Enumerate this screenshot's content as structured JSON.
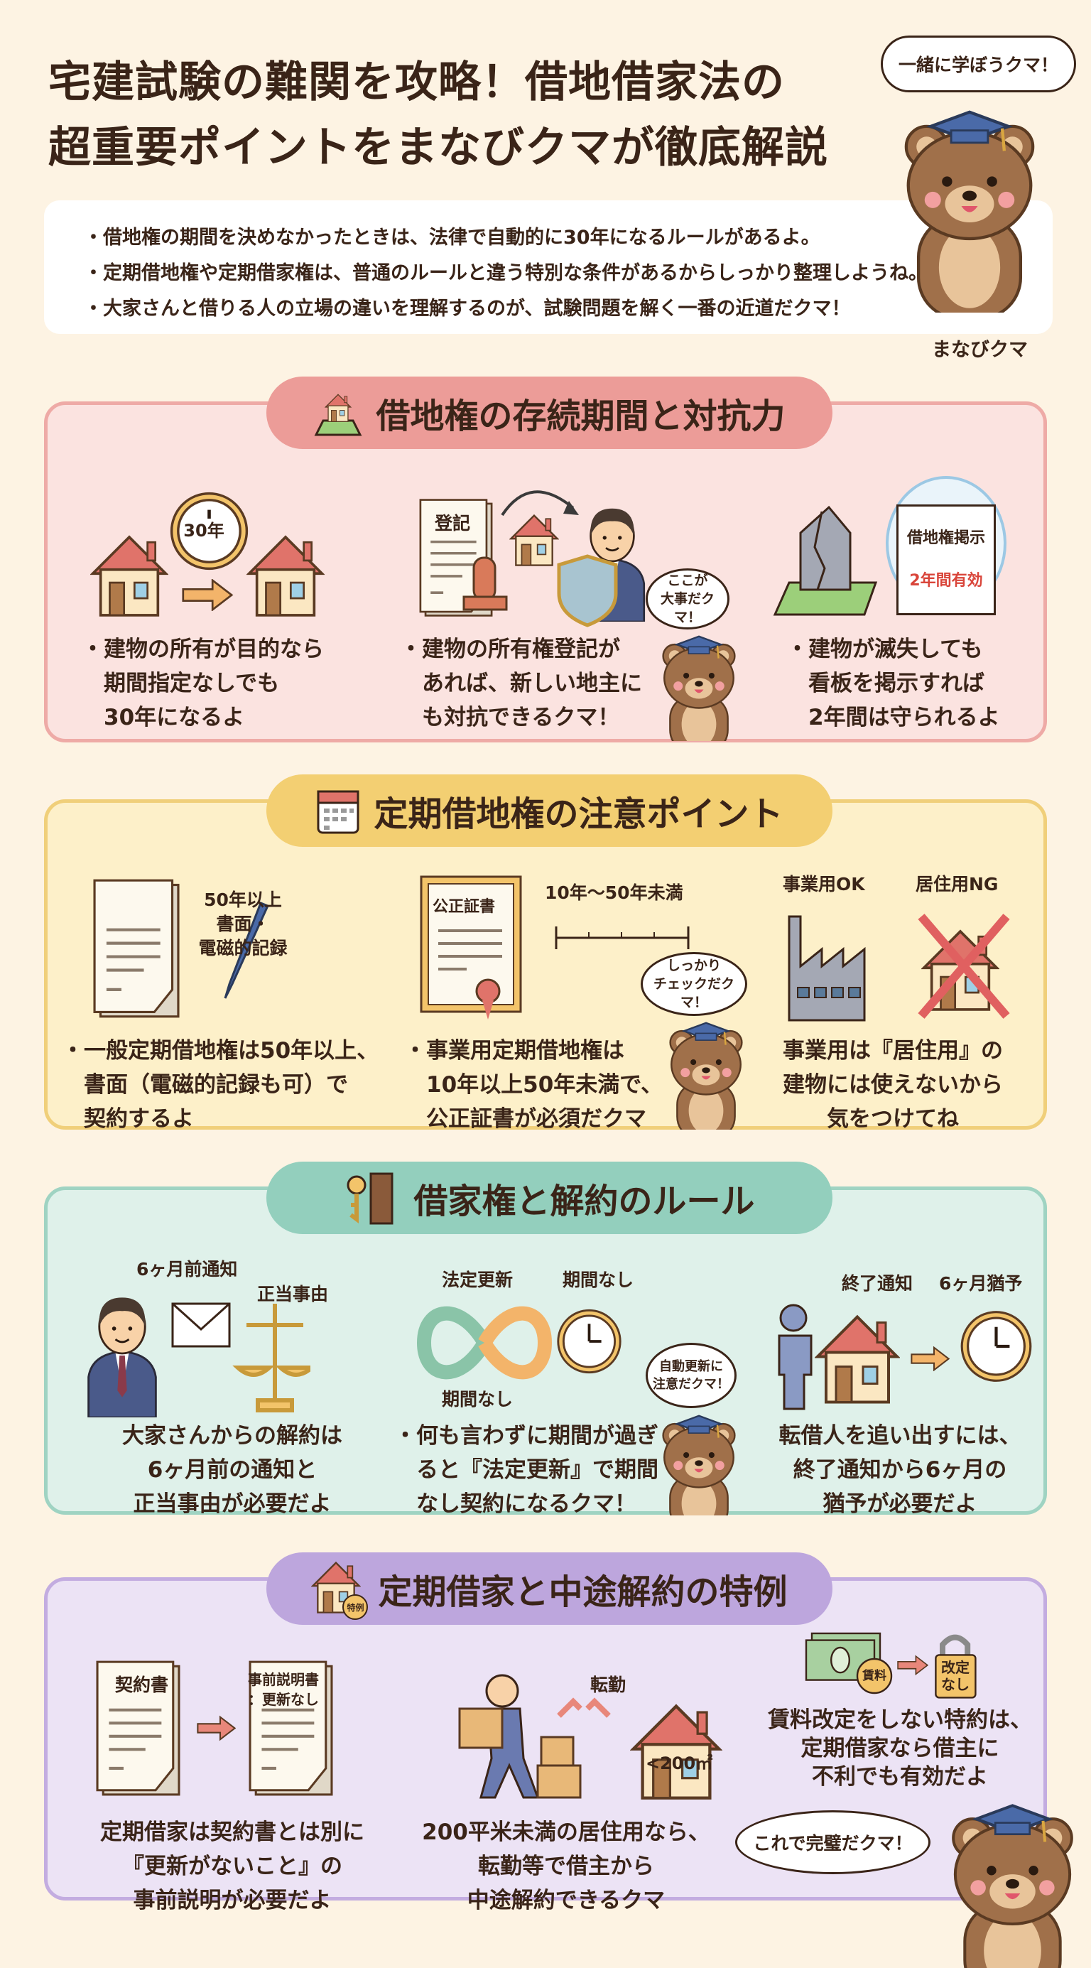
{
  "title": {
    "line1": "宅建試験の難関を攻略！借地借家法の",
    "line2": "超重要ポイントをまなびクマが徹底解説"
  },
  "mascot": {
    "bubble": "一緒に学ぼうクマ！",
    "name": "まなびクマ"
  },
  "intro": [
    "・借地権の期間を決めなかったときは、法律で自動的に30年になるルールがあるよ。",
    "・定期借地権や定期借家権は、普通のルールと違う特別な条件があるからしっかり整理しようね。",
    "・大家さんと借りる人の立場の違いを理解するのが、試験問題を解く一番の近道だクマ！"
  ],
  "colors": {
    "background": "#fdf3e3",
    "text": "#3a2418",
    "pink": "#ec9c98",
    "yellow": "#f3cf72",
    "teal": "#93cfbd",
    "purple": "#bda6dd",
    "bear": "#a0704a"
  },
  "sections": [
    {
      "title": "借地権の存続期間と対抗力",
      "icon": "house-on-land-icon",
      "labels": {
        "clock": "30年",
        "register": "登記",
        "sign1": "借地権掲示",
        "sign2": "2年間有効"
      },
      "bubble": "ここが\n大事だクマ！",
      "texts": [
        "・建物の所有が目的なら\n　期間指定なしでも\n　30年になるよ",
        "・建物の所有権登記が\n　あれば、新しい地主に\n　も対抗できるクマ！",
        "・建物が滅失しても\n　看板を掲示すれば\n　2年間は守られるよ"
      ]
    },
    {
      "title": "定期借地権の注意ポイント",
      "icon": "calendar-icon",
      "labels": {
        "req": "50年以上\n書面・\n電磁的記録",
        "notary": "公正証書",
        "range": "10年〜50年未満",
        "ok": "事業用OK",
        "ng": "居住用NG"
      },
      "bubble": "しっかり\nチェックだクマ！",
      "texts": [
        "・一般定期借地権は50年以上、\n　書面（電磁的記録も可）で\n　契約するよ",
        "・事業用定期借地権は\n　10年以上50年未満で、\n　公正証書が必須だクマ",
        "事業用は『居住用』の\n建物には使えないから\n気をつけてね"
      ]
    },
    {
      "title": "借家権と解約のルール",
      "icon": "key-door-icon",
      "labels": {
        "notice": "6ヶ月前通知",
        "reason": "正当事由",
        "renew": "法定更新",
        "noterm1": "期間なし",
        "noterm2": "期間なし",
        "end": "終了通知",
        "grace": "6ヶ月猶予"
      },
      "bubble": "自動更新に\n注意だクマ！",
      "texts": [
        "大家さんからの解約は\n6ヶ月前の通知と\n正当事由が必要だよ",
        "・何も言わずに期間が過ぎ\n　ると『法定更新』で期間\n　なし契約になるクマ！",
        "転借人を追い出すには、\n終了通知から6ヶ月の\n猶予が必要だよ"
      ]
    },
    {
      "title": "定期借家と中途解約の特例",
      "icon": "house-badge-icon",
      "badge": "特例",
      "labels": {
        "contract": "契約書",
        "explain": "事前説明書\n：更新なし",
        "transfer": "転勤",
        "area": "<200㎡",
        "rent": "賃料",
        "lock": "改定\nなし"
      },
      "bubble": "これで完璧だクマ！",
      "texts": [
        "定期借家は契約書とは別に\n『更新がないこと』の\n事前説明が必要だよ",
        "200平米未満の居住用なら、\n転勤等で借主から\n中途解約できるクマ",
        "賃料改定をしない特約は、\n定期借家なら借主に\n不利でも有効だよ"
      ]
    }
  ]
}
